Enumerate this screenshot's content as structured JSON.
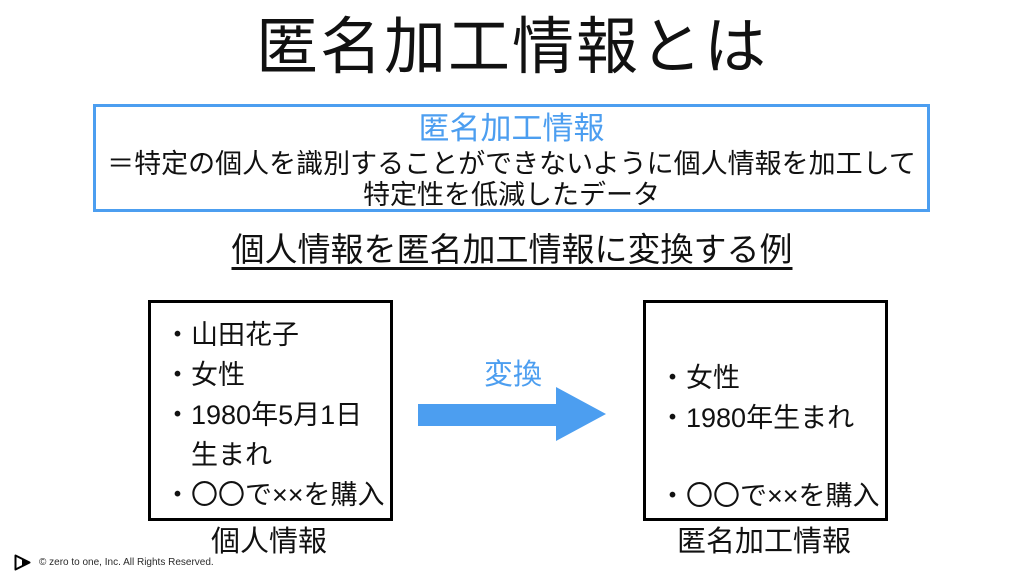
{
  "slide": {
    "title": "匿名加工情報とは",
    "definition_box": {
      "heading": "匿名加工情報",
      "body_line1": "＝特定の個人を識別することができないように個人情報を加工して",
      "body_line2": "特定性を低減したデータ"
    },
    "example_heading": "個人情報を匿名加工情報に変換する例",
    "personal_box": {
      "items": [
        "・山田花子",
        "・女性",
        "・1980年5月1日",
        "生まれ",
        "・〇〇で××を購入"
      ],
      "caption": "個人情報"
    },
    "arrow": {
      "label": "変換"
    },
    "anonymized_box": {
      "items": [
        "・女性",
        "・1980年生まれ",
        "・〇〇で××を購入"
      ],
      "caption": "匿名加工情報"
    },
    "footer": {
      "copyright": "© zero to one, Inc. All Rights Reserved."
    }
  },
  "colors": {
    "accent_blue": "#4C9EF0",
    "box_border_black": "#000000",
    "text_black": "#111111"
  }
}
